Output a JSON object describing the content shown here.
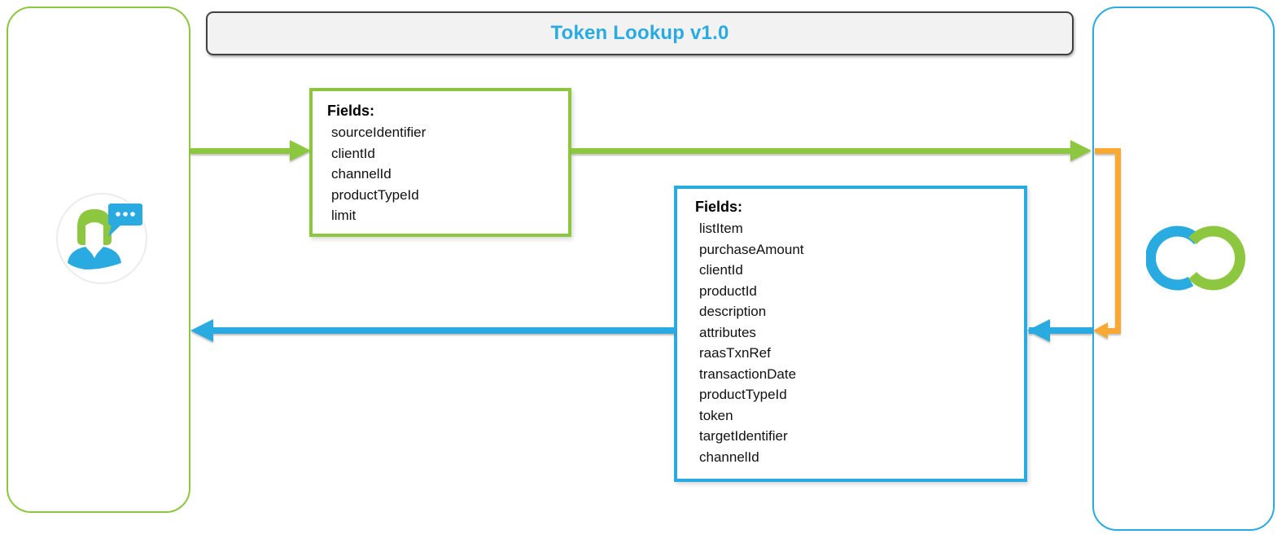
{
  "diagram": {
    "title": "Token Lookup v1.0"
  },
  "client": {
    "icon": "user-with-speech-bubble-icon"
  },
  "service": {
    "icon": "interlocked-rings-logo-icon"
  },
  "request_box": {
    "heading": "Fields:",
    "fields": [
      "sourceIdentifier",
      "clientId",
      "channelId",
      "productTypeId",
      "limit"
    ]
  },
  "response_box": {
    "heading": "Fields:",
    "fields": [
      "listItem",
      "purchaseAmount",
      "clientId",
      "productId",
      "description",
      "attributes",
      "raasTxnRef",
      "transactionDate",
      "productTypeId",
      "token",
      "targetIdentifier",
      "channelId"
    ]
  },
  "colors": {
    "green": "#8DC63F",
    "blue": "#29ABE2",
    "orange": "#F9A932",
    "title_text": "#29ABE2",
    "bar_fill": "#F2F2F2",
    "bar_border": "#414042"
  }
}
